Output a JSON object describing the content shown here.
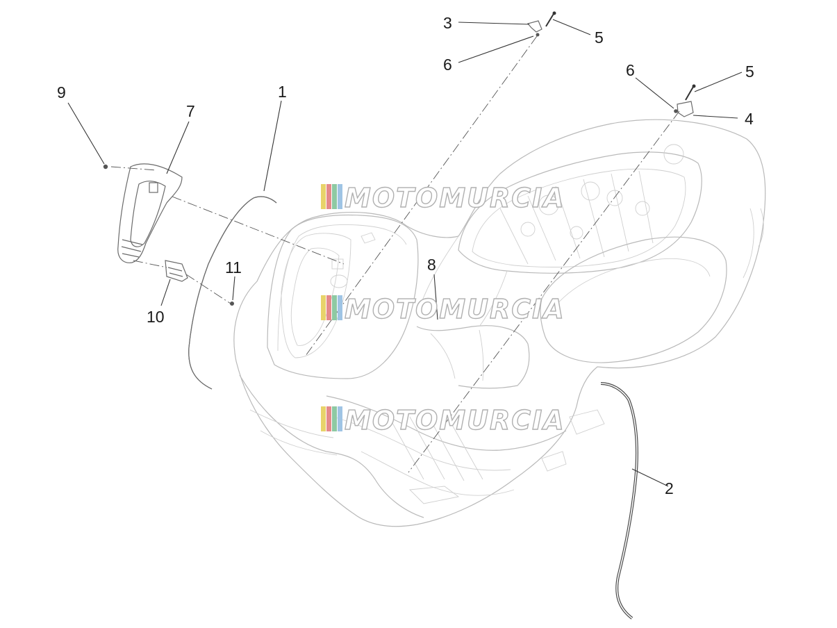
{
  "diagram": {
    "callouts": [
      {
        "id": "1",
        "label": "1"
      },
      {
        "id": "2",
        "label": "2"
      },
      {
        "id": "3",
        "label": "3"
      },
      {
        "id": "4",
        "label": "4"
      },
      {
        "id": "5a",
        "label": "5"
      },
      {
        "id": "5b",
        "label": "5"
      },
      {
        "id": "6a",
        "label": "6"
      },
      {
        "id": "6b",
        "label": "6"
      },
      {
        "id": "7",
        "label": "7"
      },
      {
        "id": "8",
        "label": "8"
      },
      {
        "id": "9",
        "label": "9"
      },
      {
        "id": "10",
        "label": "10"
      },
      {
        "id": "11",
        "label": "11"
      }
    ]
  },
  "watermark": {
    "text": "MOTOMURCIA",
    "stripe_colors": [
      "#e8d36a",
      "#e58a8a",
      "#8ec9a3",
      "#9fc4e4"
    ]
  },
  "colors": {
    "line": "#333333",
    "body": "#b9b9b9",
    "part": "#6a6a6a"
  }
}
